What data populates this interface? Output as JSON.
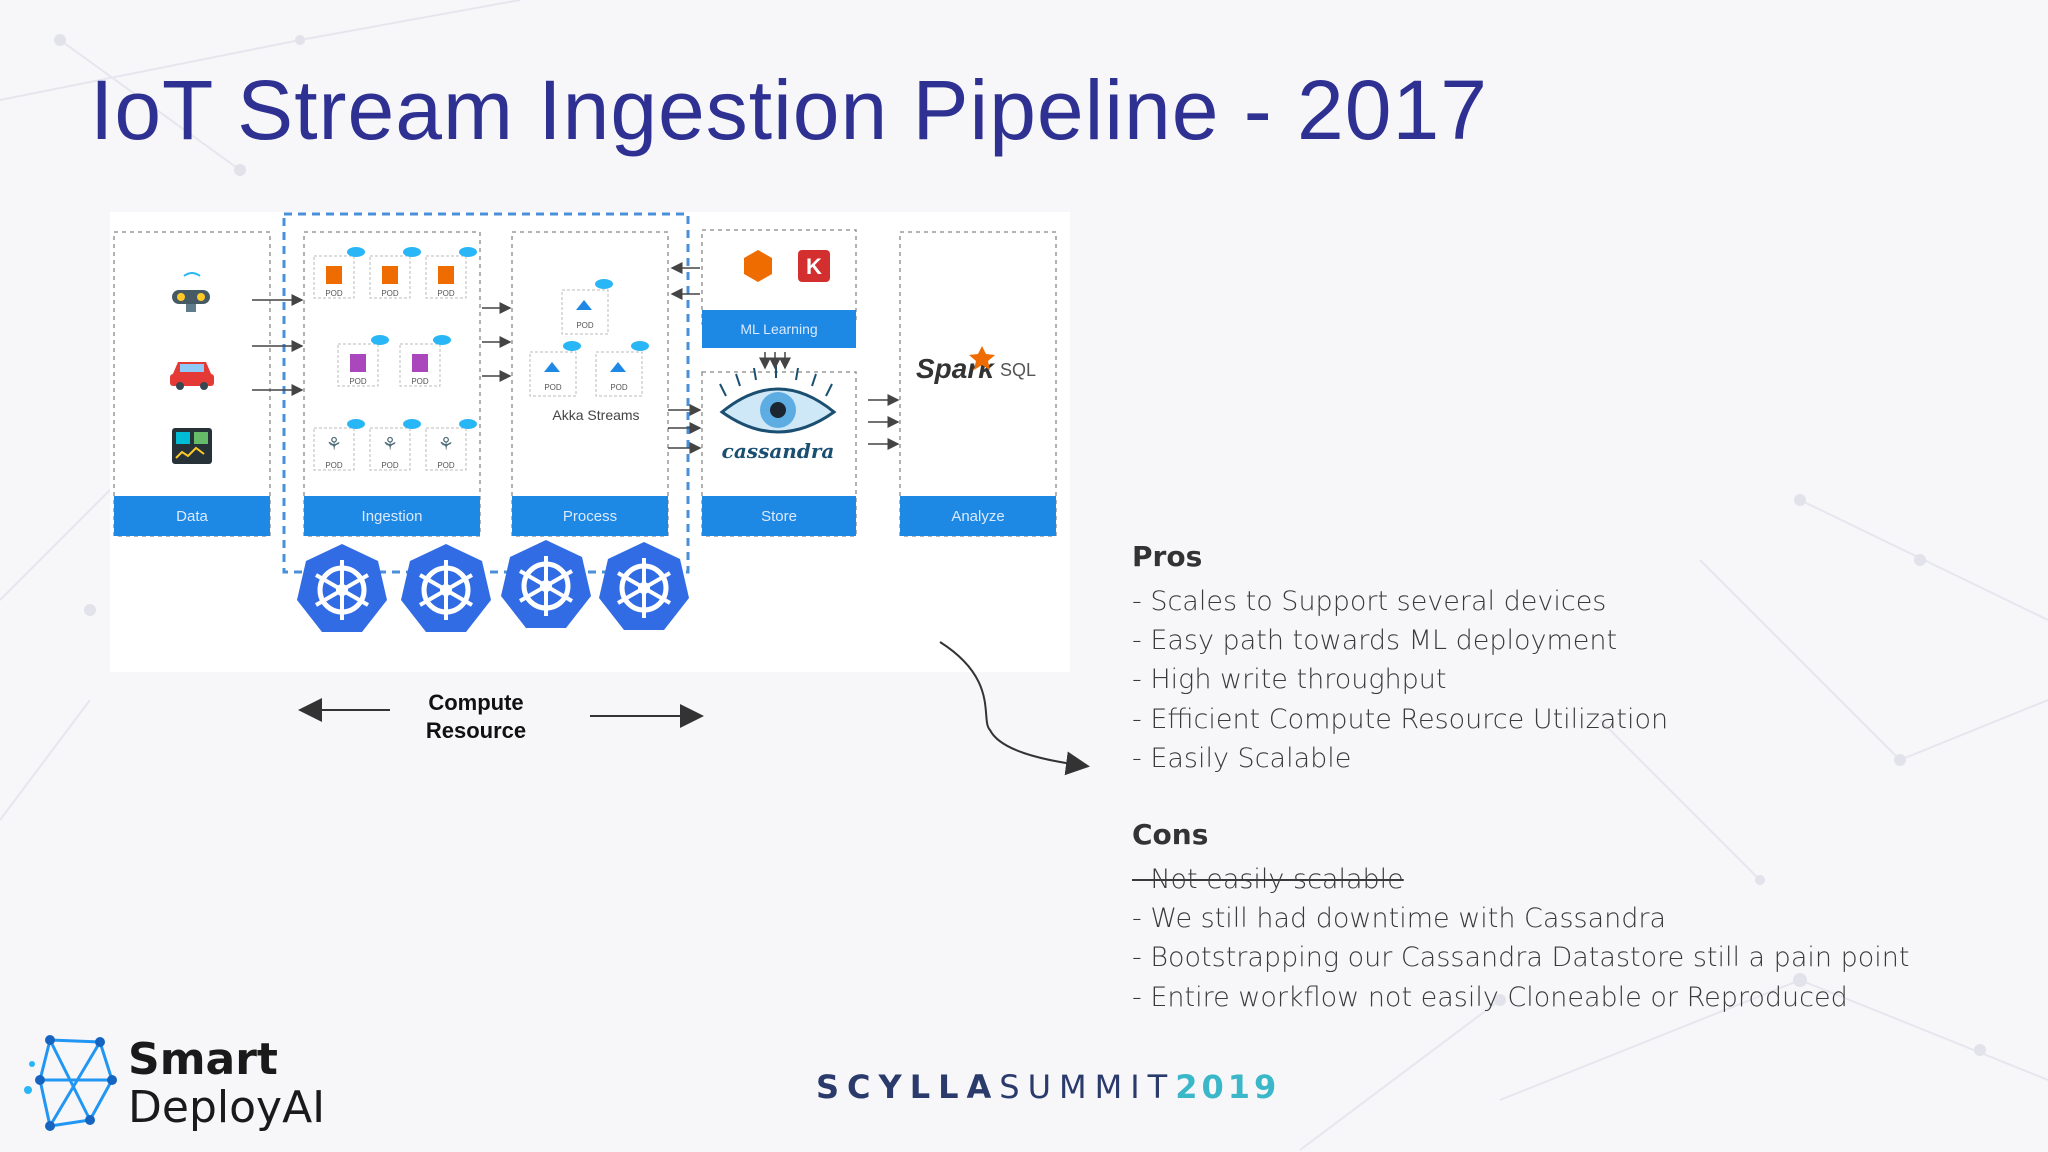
{
  "slide": {
    "title": "IoT  Stream Ingestion Pipeline - 2017",
    "accent_color": "#2e3192",
    "stage_bar_color": "#1e88e5"
  },
  "diagram": {
    "stages": [
      "Data",
      "Ingestion",
      "Process",
      "Store",
      "Analyze"
    ],
    "pod_label": "POD",
    "process_caption": "Akka Streams",
    "ml_bar_label": "ML Learning",
    "store_logo_text": "cassandra",
    "spark_logo_text": "Spark",
    "spark_sql_text": "SQL",
    "kafka_badge": "K",
    "compute_label_line1": "Compute",
    "compute_label_line2": "Resource",
    "data_sources": [
      "iot-sensor-icon",
      "car-icon",
      "dashboard-monitor-icon"
    ],
    "kubernetes_icon_count": 4
  },
  "pros": {
    "heading": "Pros",
    "items": [
      "- Scales to Support several devices",
      "- Easy path towards ML deployment",
      "- High write throughput",
      "- Efficient Compute Resource Utilization",
      "- Easily Scalable"
    ]
  },
  "cons": {
    "heading": "Cons",
    "struck_item": "- Not easily scalable",
    "items": [
      "- We still had downtime with Cassandra",
      "- Bootstrapping our Cassandra Datastore still a pain point",
      "- Entire workflow not easily Cloneable or Reproduced"
    ]
  },
  "brand": {
    "line1": "Smart",
    "line2": "DeployAI"
  },
  "footer": {
    "part1": "SCYLLA",
    "part2": "SUMMIT",
    "part3": "2019",
    "color_dark": "#2a3a6b",
    "color_accent": "#3ab7c9"
  }
}
